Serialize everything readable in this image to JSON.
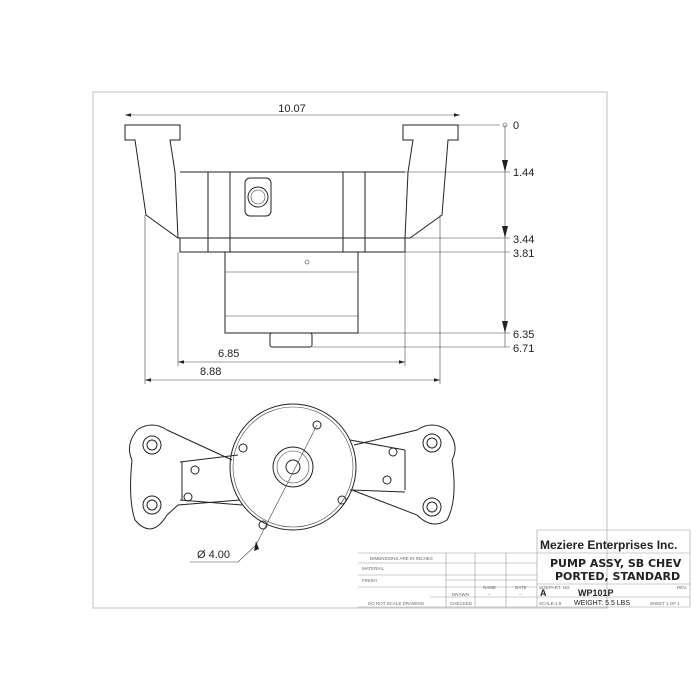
{
  "front_view": {
    "dim_width_top": "10.07",
    "dim_width_mid": "6.85",
    "dim_width_bottom": "8.88",
    "ordinates": [
      "0",
      "1.44",
      "3.44",
      "3.81",
      "6.35",
      "6.71"
    ]
  },
  "bottom_view": {
    "diameter_label": "Ø 4.00"
  },
  "title_block": {
    "company": "Meziere Enterprises Inc.",
    "title_line1": "PUMP ASSY, SB CHEV",
    "title_line2": "PORTED, STANDARD",
    "dimensions_note": "DIMENSIONS ARE IN INCHES",
    "material_label": "MATERIAL",
    "finish_label": "FINISH",
    "do_not_scale": "DO NOT SCALE DRAWING",
    "name_header": "NAME",
    "date_header": "DATE",
    "drawn_label": "DRAWN",
    "checked_label": "CHECKED",
    "drawn_name": "--",
    "drawn_date": "--",
    "size_label": "SIZE",
    "size_value": "A",
    "part_no_label": "PART. NO.",
    "part_no": "WP101P",
    "rev_label": "REV.",
    "scale_label": "SCALE:1:8",
    "weight": "WEIGHT: 5.5 LBS",
    "sheet": "SHEET 1 OF 1"
  }
}
